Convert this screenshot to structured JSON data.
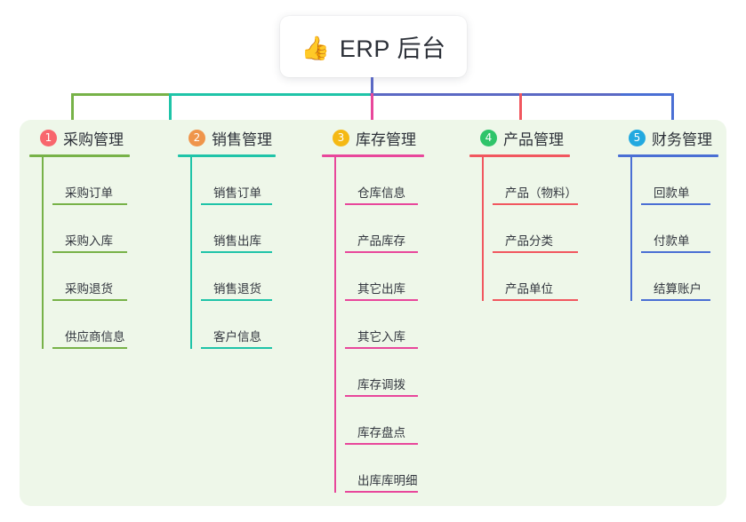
{
  "root": {
    "icon": "thumbs-up-icon",
    "emoji": "👍",
    "title": "ERP 后台"
  },
  "palette": {
    "panel_bg": "#eef7e9",
    "page_bg": "#ffffff",
    "card_bg": "#ffffff",
    "text": "#2c3038",
    "root_connector": "#5b69c4"
  },
  "columns": [
    {
      "number": "1",
      "title": "采购管理",
      "badge_color": "#f8666d",
      "line_color": "#77b248",
      "items": [
        "采购订单",
        "采购入库",
        "采购退货",
        "供应商信息"
      ]
    },
    {
      "number": "2",
      "title": "销售管理",
      "badge_color": "#ef954b",
      "line_color": "#1fc4a8",
      "items": [
        "销售订单",
        "销售出库",
        "销售退货",
        "客户信息"
      ]
    },
    {
      "number": "3",
      "title": "库存管理",
      "badge_color": "#f5b914",
      "line_color": "#e8479b",
      "items": [
        "仓库信息",
        "产品库存",
        "其它出库",
        "其它入库",
        "库存调拨",
        "库存盘点",
        "出库库明细"
      ]
    },
    {
      "number": "4",
      "title": "产品管理",
      "badge_color": "#2fc46a",
      "line_color": "#f1575f",
      "items": [
        "产品（物料）",
        "产品分类",
        "产品单位"
      ]
    },
    {
      "number": "5",
      "title": "财务管理",
      "badge_color": "#22a9e0",
      "line_color": "#4a6fd4",
      "items": [
        "回款单",
        "付款单",
        "结算账户"
      ]
    }
  ]
}
